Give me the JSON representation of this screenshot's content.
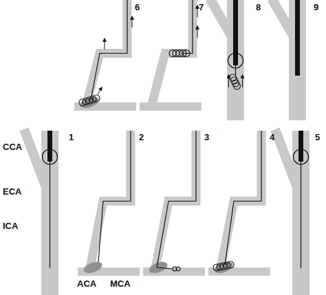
{
  "diagram": {
    "labels": [
      "1",
      "CCA",
      "ECA",
      "ICA",
      "2",
      "ACA",
      "MCA",
      "3",
      "4",
      "5",
      "6",
      "7",
      "8",
      "9"
    ]
  }
}
